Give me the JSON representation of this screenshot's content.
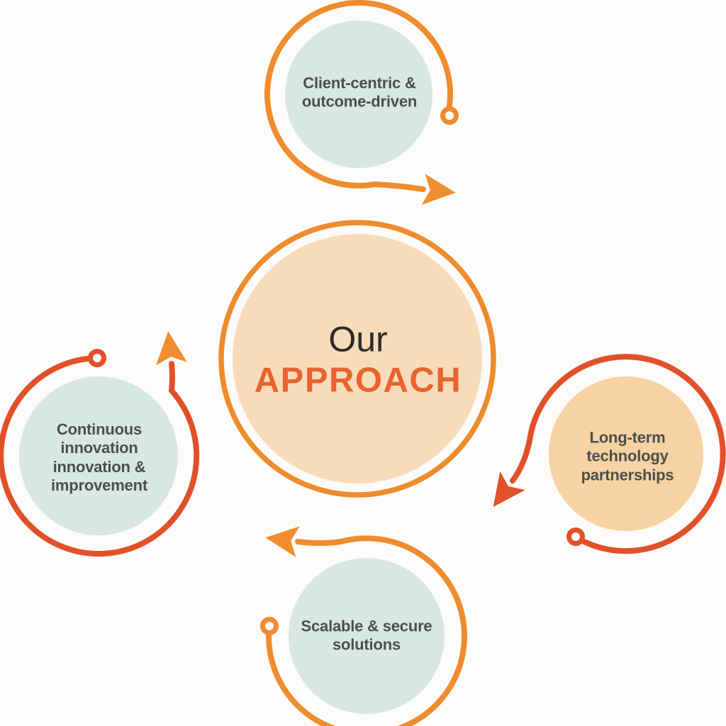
{
  "diagram": {
    "title": {
      "prefix": "Our",
      "emphasis": "APPROACH"
    },
    "nodes": [
      {
        "position": "top",
        "label": "Client-centric &\noutcome-driven"
      },
      {
        "position": "right",
        "label": "Long-term\ntechnology\npartnerships"
      },
      {
        "position": "bottom",
        "label": "Scalable & secure\nsolutions"
      },
      {
        "position": "left",
        "label": "Continuous\ninnovation\ninnovation &\nimprovement"
      }
    ]
  },
  "colors": {
    "background": "#fdfcfa",
    "node_teal": "#d8e7e4",
    "node_peach": "#f7d2a3",
    "center_fill": "#f8dcba",
    "center_ring": "#ee8c2d",
    "arc_orange": "#ef8c2d",
    "arc_red": "#e2502a",
    "arrow_orange": "#f08d2e",
    "arrow_red": "#e0512c",
    "label_text": "#4a4f4c",
    "title_prefix_text": "#2c2b29",
    "title_emphasis_text": "#e8632f"
  }
}
